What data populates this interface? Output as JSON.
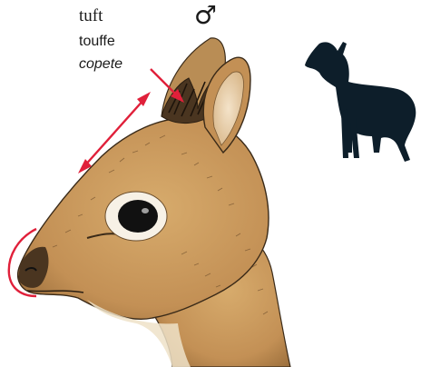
{
  "labels": {
    "en": "tuft",
    "fr": "touffe",
    "es": "copete",
    "sex_symbol": "♂"
  },
  "colors": {
    "annotation": "#e0203a",
    "fur": "#c8995a",
    "silhouette": "#0d1e2a"
  }
}
